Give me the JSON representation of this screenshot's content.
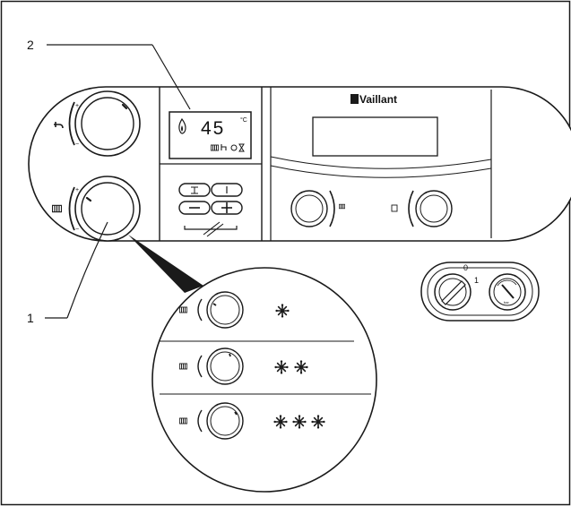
{
  "callouts": {
    "label_1": "1",
    "label_2": "2"
  },
  "display": {
    "temperature": "45",
    "unit": "°C"
  },
  "brand": {
    "logo_text": "Vaillant"
  },
  "main_switch": {
    "off_label": "0",
    "on_label": "1"
  },
  "pressure_gauge": {
    "unit": "bar"
  },
  "heating_settings": [
    {
      "snowflakes": 1
    },
    {
      "snowflakes": 2
    },
    {
      "snowflakes": 3
    }
  ],
  "icons": {
    "hot_water": "tap-icon",
    "heating": "radiator-icon",
    "flame": "flame-icon",
    "snowflake": "snowflake-icon"
  },
  "colors": {
    "line": "#1a1a1a",
    "fill": "#ffffff",
    "wedge": "#1a1a1a"
  }
}
